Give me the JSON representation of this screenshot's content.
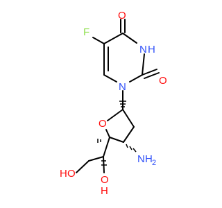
{
  "molecule": {
    "atoms": {
      "o_top": "O",
      "f": "F",
      "nh": "N",
      "h_nh": "H",
      "o_right": "O",
      "n1": "N",
      "o_ring": "O",
      "nh2_n": "N",
      "nh2_h": "H",
      "nh2_sub": "2",
      "oh1_o": "O",
      "oh1_h": "H",
      "oh2_o": "O",
      "oh2_h": "H"
    },
    "stereo_markers": {
      "c1": "&1",
      "c4": "&1",
      "c3": "&1",
      "c5": "&1"
    },
    "colors": {
      "bond": "#000000",
      "oxygen": "#ff0d0d",
      "nitrogen": "#3050f8",
      "fluorine": "#90e050"
    }
  }
}
